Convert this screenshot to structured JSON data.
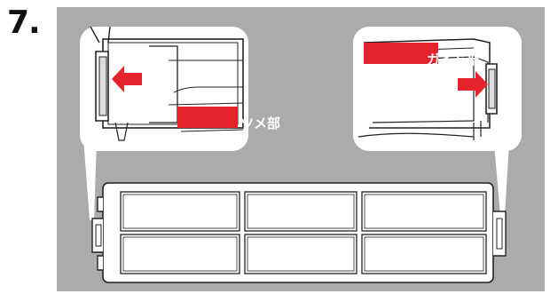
{
  "step": {
    "number": "7."
  },
  "callouts": {
    "tsume": {
      "label": "ツメ部"
    },
    "guide": {
      "label": "ガイド部"
    }
  },
  "colors": {
    "background": "#ffffff",
    "panel_gray": "#ababab",
    "accent_red": "#e4232c",
    "line_dark": "#222222",
    "fill_white": "#ffffff"
  },
  "icons": {
    "left_arrow": "arrow-left-icon",
    "right_arrow": "arrow-right-icon"
  }
}
